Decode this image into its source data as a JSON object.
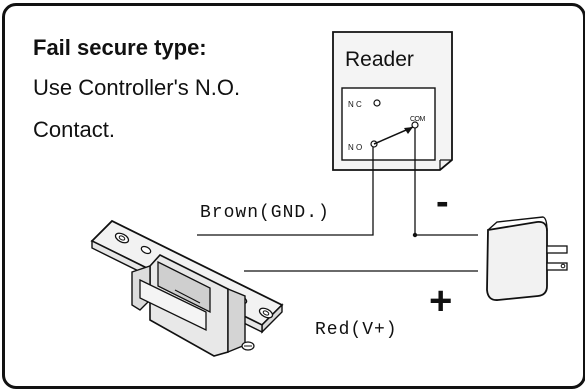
{
  "note": {
    "title": "Fail secure type:",
    "line1": "Use Controller's N.O.",
    "line2": "Contact."
  },
  "reader": {
    "label": "Reader",
    "nc_label": "N C",
    "no_label": "N O",
    "com_label": "COM"
  },
  "wires": {
    "brown_label": "Brown(GND.)",
    "red_label": "Red(V+)",
    "minus_sign": "-",
    "plus_sign": "+"
  }
}
